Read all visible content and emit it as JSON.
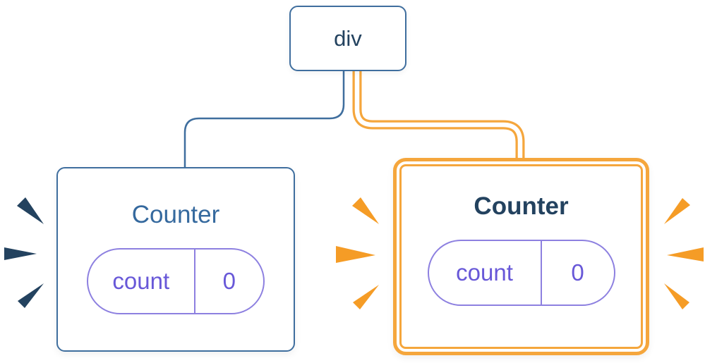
{
  "nodes": {
    "root": {
      "label": "div"
    },
    "left_counter": {
      "title": "Counter",
      "state_key": "count",
      "state_value": "0"
    },
    "right_counter": {
      "title": "Counter",
      "state_key": "count",
      "state_value": "0"
    }
  },
  "colors": {
    "navy": "#23425F",
    "line-blue": "#3F6E9E",
    "title-blue": "#35699E",
    "orange": "#F5A63C",
    "orange-deep": "#F59C26",
    "purple": "#6858D8",
    "purple-border": "#8D80E0",
    "card-bg": "#FFFFFF"
  }
}
